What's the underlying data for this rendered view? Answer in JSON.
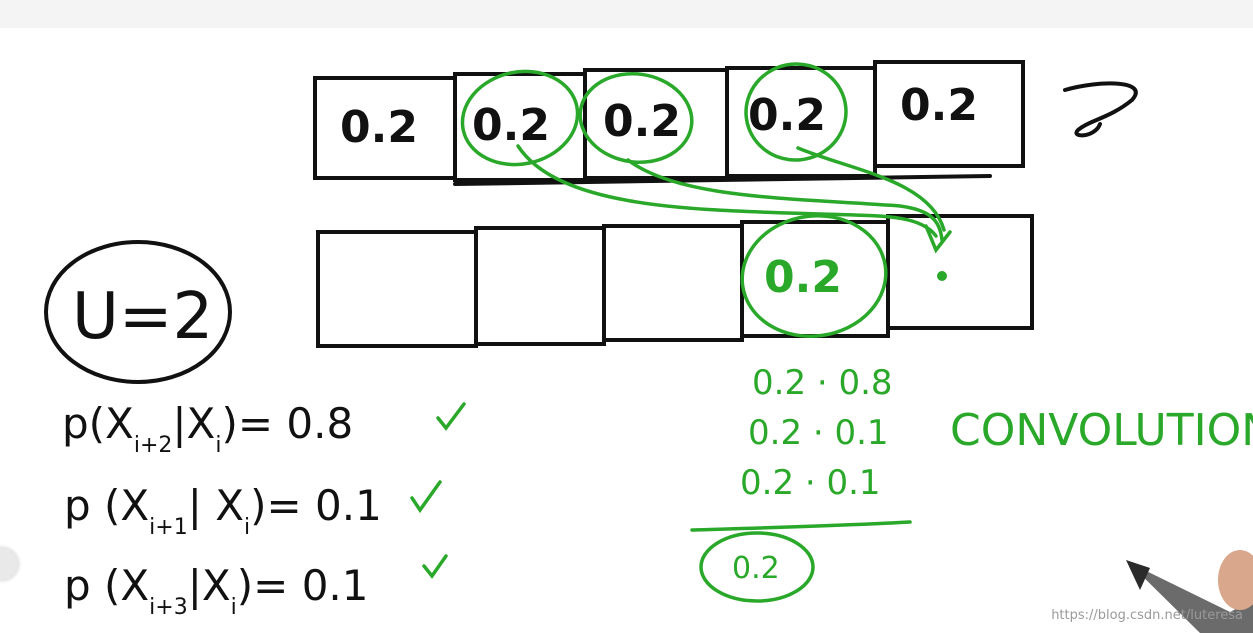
{
  "prior": {
    "cells": [
      "0.2",
      "0.2",
      "0.2",
      "0.2",
      "0.2"
    ]
  },
  "posterior": {
    "cells": [
      "",
      "",
      "",
      "0.2",
      ""
    ]
  },
  "u_label": "U=2",
  "probabilities": [
    {
      "main": "p(X",
      "sub": "i+2",
      "mid": "|X",
      "sub2": "i",
      "end": ")= 0.8"
    },
    {
      "main": "p (X",
      "sub": "i+1",
      "mid": "| X",
      "sub2": "i",
      "end": ")= 0.1"
    },
    {
      "main": "p (X",
      "sub": "i+3",
      "mid": "|X",
      "sub2": "i",
      "end": ")= 0.1"
    }
  ],
  "products": [
    "0.2 · 0.8",
    "0.2 · 0.1",
    "0.2 · 0.1"
  ],
  "sum_result": "0.2",
  "convolution_label": "CONVOLUTION",
  "watermark": "https://blog.csdn.net/luteresa",
  "colors": {
    "ink_black": "#111111",
    "ink_green": "#2aa82a"
  }
}
